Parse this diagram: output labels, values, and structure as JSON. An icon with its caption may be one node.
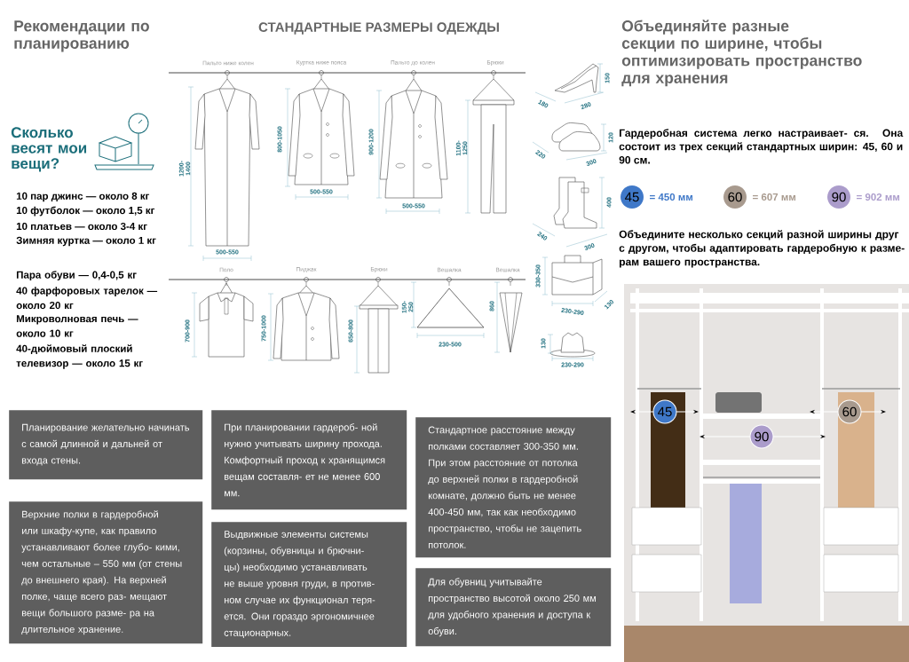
{
  "diagram": {
    "nodes": [
      {
        "text": [
          "Планирование желательно начинать с самой длинной и дальней от входа стены."
        ]
      },
      {
        "text": [
          "Верхние полки в гардеробной или шкафу-купе, как правило устанавливают более глубо- кими, чем остальные – 550 мм (от стены до внешнего края). На верхней полке, чаще всего раз- мещают вещи большого разме- ра на длительное хранение."
        ]
      },
      {
        "text": [
          "При планировании гардероб- ной нужно учитывать ширину прохода. Комфортный проход к хранящимся вещам составля- ет не менее 600 мм."
        ]
      },
      {
        "text": [
          "Выдвижные элементы системы (корзины, обувницы и брючни- цы) необходимо устанавливать не выше уровня груди, в против- ном случае их функционал теря- ется. Они гораздо эргономичнее стационарных."
        ]
      },
      {
        "text": [
          "Стандартное расстояние между полками составляет 300-350 мм. При этом расстояние от потолка до верхней полки в гардеробной комнате, должно быть не менее 400-450 мм, так как необходимо пространство, чтобы не зацепить потолок."
        ]
      },
      {
        "text": [
          "Для обувниц учитывайте пространство высотой около 250 мм для удобного хранения и доступа к обуви."
        ]
      },
      {
        "text": [
          "45"
        ],
        "beside": [
          "= 450 мм"
        ]
      },
      {
        "text": [
          "60"
        ],
        "beside": [
          "= 607 мм"
        ]
      },
      {
        "text": [
          "90"
        ],
        "beside": [
          "= 902 мм"
        ]
      },
      {
        "text": [
          "45"
        ]
      },
      {
        "text": [
          "60"
        ]
      },
      {
        "text": [
          "90"
        ]
      }
    ],
    "labels": [
      "Рекомендации по планированию",
      "СТАНДАРТНЫЕ РАЗМЕРЫ ОДЕЖДЫ",
      "Объединяйте разные секции по ширине, чтобы оптимизировать пространство для хранения",
      "Сколько весят мои вещи?",
      "10 пар джинс — около 8 кг",
      "10 футболок — около 1,5 кг",
      "10 платьев — около 3-4 кг",
      "Зимняя куртка — около 1 кг",
      "Пара обуви — 0,4-0,5 кг",
      "40 фарфоровых тарелок — около 20 кг",
      "Микроволновая печь — около 10 кг",
      "40-дюймовый плоский телевизор — около 15 кг",
      "Пальто ниже колен",
      "Куртка ниже пояса",
      "Пальто до колен",
      "Брюки",
      "Поло",
      "Пиджак",
      "Брюки",
      "Вешалка",
      "Вешалка",
      "1200- 1400",
      "500-550",
      "800-1050",
      "500-550",
      "900-1200",
      "500-550",
      "1100- 1250",
      "700-900",
      "750-1000",
      "650-800",
      "150- 250",
      "230-500",
      "860",
      "150",
      "180",
      "280",
      "120",
      "220",
      "300",
      "400",
      "240",
      "300",
      "330-350",
      "130",
      "230-290",
      "130",
      "230-290",
      "Гардеробная система легко настраивает- ся. Она состоит из трех секций стандартных ширин: 45, 60 и 90 см.",
      "Объедините несколько секций разной ширины друг с другом, чтобы адаптировать гардеробную к разме- рам вашего пространства."
    ]
  }
}
